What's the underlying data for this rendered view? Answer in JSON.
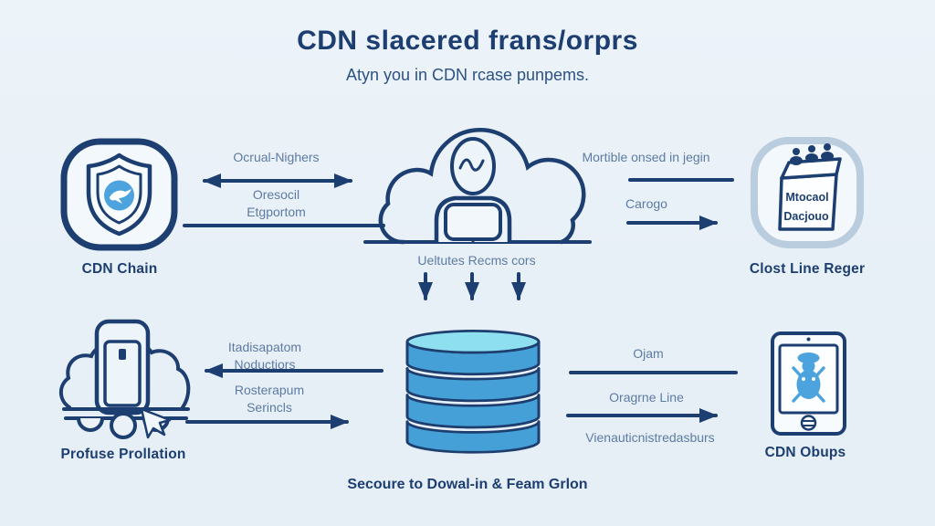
{
  "colors": {
    "background": "#e9f1f8",
    "navy": "#1c3e70",
    "label_blue": "#5d7ba3",
    "accent_blue": "#4da3dd",
    "db_body": "#46a0d8",
    "db_top": "#8edff0",
    "muted_squircle": "#b9cdde"
  },
  "header": {
    "title": "CDN slacered frans/orprs",
    "subtitle": "Atyn you in CDN rcase punpems."
  },
  "nodes": {
    "cdn_chain": {
      "label": "CDN Chain"
    },
    "cloud_server": {
      "caption": "Ueltutes Recms cors"
    },
    "clost_line_reger": {
      "label": "Clost Line Reger",
      "carton_line1": "Mtocaol",
      "carton_line2": "Dacjouo"
    },
    "profuse_prollation": {
      "label": "Profuse Prollation"
    },
    "cdn_obups": {
      "label": "CDN Obups"
    }
  },
  "connectors": {
    "top_left_label": "Ocrual-Nighers",
    "top_left_label2_line1": "Oresocil",
    "top_left_label2_line2": "Etgportom",
    "top_right_label": "Mortible onsed in jegin",
    "top_right_label2": "Carogo",
    "bottom_left_label_line1": "Itadisapatom",
    "bottom_left_label_line2": "Noductiors",
    "bottom_left_label2_line1": "Rosterapum",
    "bottom_left_label2_line2": "Serincls",
    "bottom_right_label": "Ojam",
    "bottom_right_label2": "Oragrne Line",
    "bottom_right_label3": "Vienauticnistredasburs"
  },
  "footer": {
    "caption": "Secoure to Dowal-in & Feam Grlon"
  }
}
